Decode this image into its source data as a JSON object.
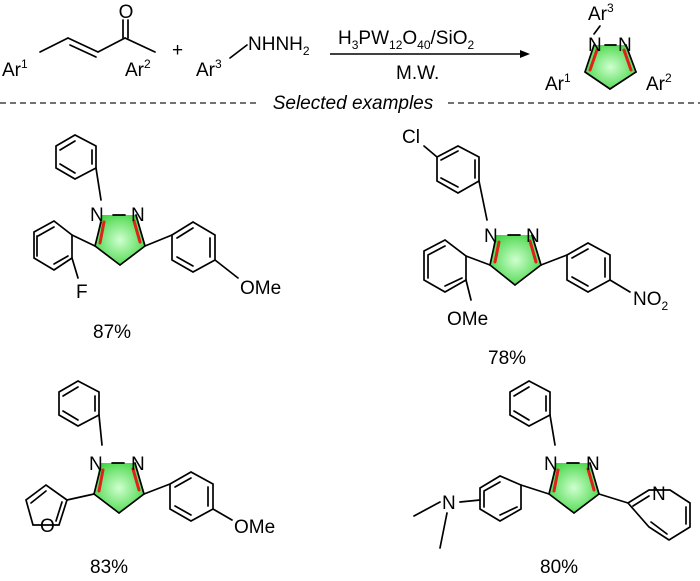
{
  "scheme": {
    "reactant1": {
      "ar_left": "Ar",
      "ar_left_sup": "1",
      "ar_right": "Ar",
      "ar_right_sup": "2",
      "oxygen": "O"
    },
    "plus": "+",
    "reactant2": {
      "ar": "Ar",
      "ar_sup": "3",
      "hydrazine_prefix": "NHNH",
      "hydrazine_sub": "2"
    },
    "reagent": {
      "p1": "H",
      "s1": "3",
      "p2": "PW",
      "s2": "12",
      "p3": "O",
      "s3": "40",
      "p4": "/SiO",
      "s4": "2"
    },
    "condition": "M.W.",
    "product": {
      "ar1": "Ar",
      "ar1_sup": "1",
      "ar2": "Ar",
      "ar2_sup": "2",
      "ar3": "Ar",
      "ar3_sup": "3",
      "n_left": "N",
      "n_right": "N",
      "dash": "–"
    }
  },
  "divider_label": "Selected examples",
  "colors": {
    "ring_fill": "#58e058",
    "bond_highlight": "#e0201b",
    "divider": "#444444"
  },
  "examples": [
    {
      "yield": "87%",
      "labels": {
        "n1": "N",
        "n2": "N",
        "sub_a": "F",
        "sub_b": "OMe"
      }
    },
    {
      "yield": "78%",
      "labels": {
        "n1": "N",
        "n2": "N",
        "cl": "Cl",
        "ome": "OMe",
        "no2": "NO",
        "no2_sub": "2"
      }
    },
    {
      "yield": "83%",
      "labels": {
        "n1": "N",
        "n2": "N",
        "o_furan": "O",
        "ome": "OMe"
      }
    },
    {
      "yield": "80%",
      "labels": {
        "n1": "N",
        "n2": "N",
        "n_amine": "N",
        "n_pyr": "N"
      }
    }
  ]
}
